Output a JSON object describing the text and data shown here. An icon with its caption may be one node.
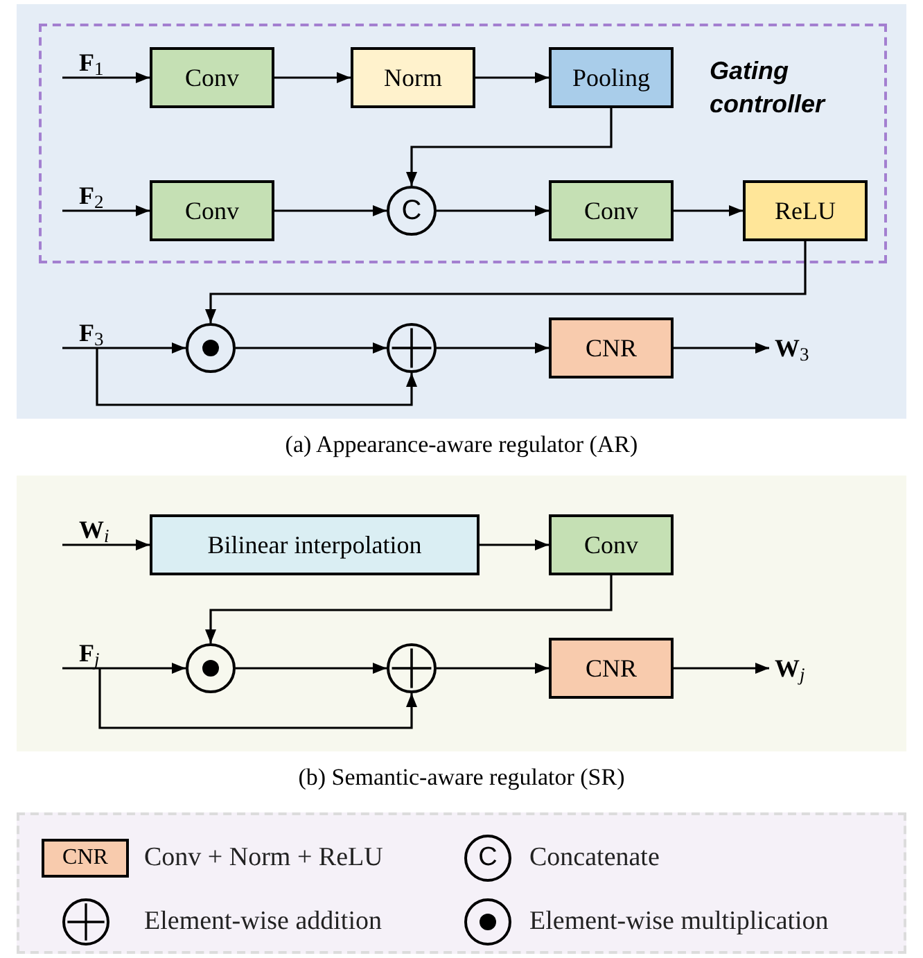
{
  "diagram": {
    "nodes": [
      {
        "text": [
          "(a) Appearance-aware regulator (AR)"
        ]
      },
      {
        "text": [
          "Gating controller"
        ],
        "in": 0
      },
      {
        "text": [
          "**F**$_{1}$"
        ],
        "in": 1
      },
      {
        "text": [
          "Conv"
        ],
        "in": 1
      },
      {
        "text": [
          "Norm"
        ],
        "in": 1
      },
      {
        "text": [
          "Pooling"
        ],
        "in": 1
      },
      {
        "text": [
          "**F**$_{2}$"
        ],
        "in": 1
      },
      {
        "text": [
          "Conv"
        ],
        "in": 1
      },
      {
        "text": [
          "C"
        ],
        "in": 1
      },
      {
        "text": [
          "Conv"
        ],
        "in": 1
      },
      {
        "text": [
          "ReLU"
        ],
        "in": 1
      },
      {
        "text": [
          "**F**$_{3}$"
        ],
        "in": 0
      },
      {
        "text": [],
        "shape": "circle",
        "in": 0
      },
      {
        "text": [],
        "shape": "circle",
        "in": 0
      },
      {
        "text": [
          "CNR"
        ],
        "in": 0
      },
      {
        "text": [
          "**W**$_{3}$"
        ],
        "in": 0
      },
      {
        "text": [
          "(b) Semantic-aware regulator (SR)"
        ]
      },
      {
        "text": [
          "**W**$_{i}$"
        ],
        "in": 16
      },
      {
        "text": [
          "Bilinear interpolation"
        ],
        "in": 16
      },
      {
        "text": [
          "Conv"
        ],
        "in": 16
      },
      {
        "text": [
          "**F**$_{j}$"
        ],
        "in": 16
      },
      {
        "text": [],
        "shape": "circle",
        "in": 16
      },
      {
        "text": [],
        "shape": "circle",
        "in": 16
      },
      {
        "text": [
          "CNR"
        ],
        "in": 16
      },
      {
        "text": [
          "**W**$_{j}$"
        ],
        "in": 16
      }
    ],
    "edges": [
      {
        "from": 2,
        "to": 3,
        "arrow": "to"
      },
      {
        "from": 3,
        "to": 4,
        "arrow": "to"
      },
      {
        "from": 4,
        "to": 5,
        "arrow": "to"
      },
      {
        "from": 5,
        "to": 8,
        "arrow": "to"
      },
      {
        "from": 6,
        "to": 7,
        "arrow": "to"
      },
      {
        "from": 7,
        "to": 8,
        "arrow": "to"
      },
      {
        "from": 8,
        "to": 9,
        "arrow": "to"
      },
      {
        "from": 9,
        "to": 10,
        "arrow": "to"
      },
      {
        "from": 10,
        "to": 12,
        "arrow": "to"
      },
      {
        "from": 11,
        "to": 12,
        "arrow": "to"
      },
      {
        "from": 11,
        "to": 13,
        "arrow": "to"
      },
      {
        "from": 12,
        "to": 13,
        "arrow": "to"
      },
      {
        "from": 13,
        "to": 14,
        "arrow": "to"
      },
      {
        "from": 14,
        "to": 15,
        "arrow": "to"
      },
      {
        "from": 17,
        "to": 18,
        "arrow": "to"
      },
      {
        "from": 18,
        "to": 19,
        "arrow": "to"
      },
      {
        "from": 19,
        "to": 21,
        "arrow": "to"
      },
      {
        "from": 20,
        "to": 21,
        "arrow": "to"
      },
      {
        "from": 20,
        "to": 22,
        "arrow": "to"
      },
      {
        "from": 21,
        "to": 22,
        "arrow": "to"
      },
      {
        "from": 22,
        "to": 23,
        "arrow": "to"
      },
      {
        "from": 23,
        "to": 24,
        "arrow": "to"
      }
    ],
    "labels": [
      "CNR",
      "C"
    ],
    "legend": [
      {
        "text": "Conv + Norm + ReLU",
        "color": "#f8cbad"
      },
      {
        "text": "Concatenate"
      },
      {
        "text": "Element-wise addition"
      },
      {
        "text": "Element-wise multiplication"
      }
    ]
  }
}
